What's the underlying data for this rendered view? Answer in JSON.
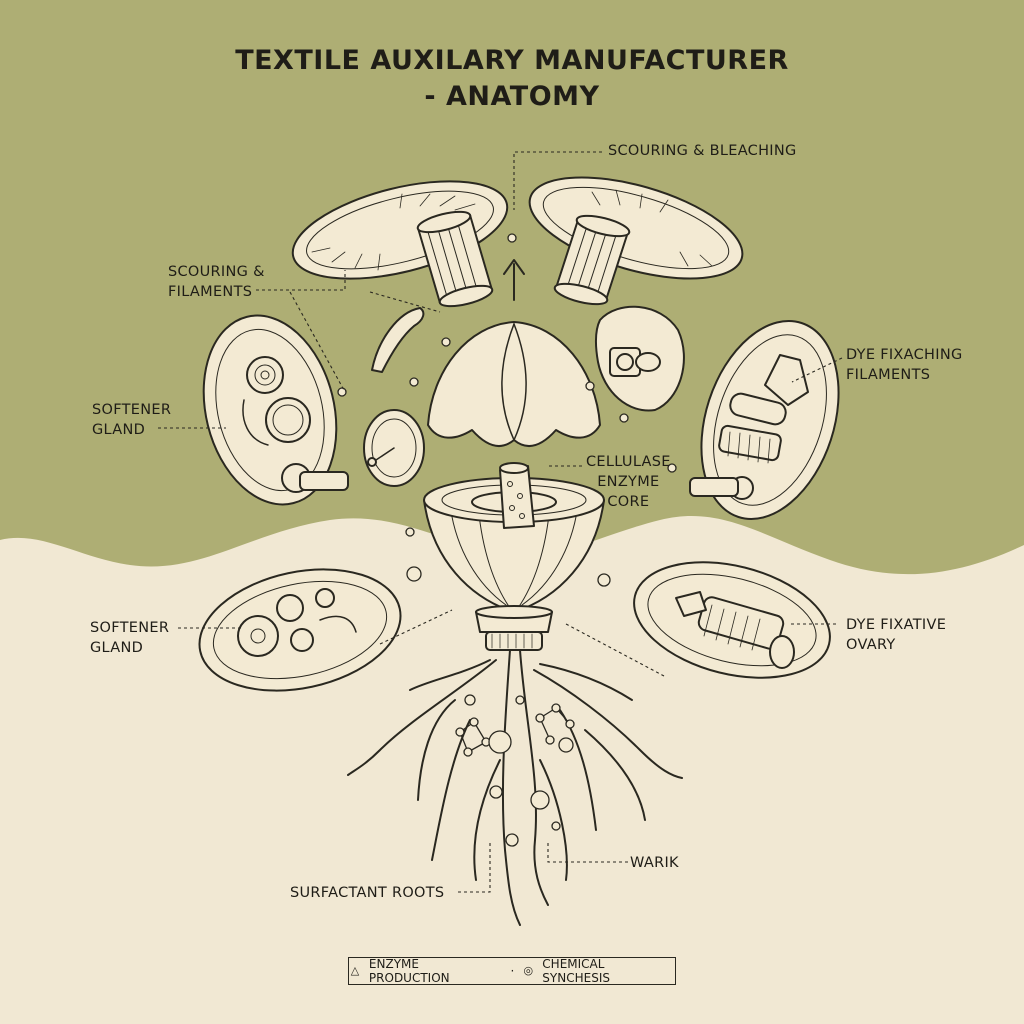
{
  "title": {
    "line1": "TEXTILE AUXILARY MANUFACTURER",
    "line2": "- ANATOMY"
  },
  "labels": {
    "scouring_bleaching": "SCOURING & BLEACHING",
    "scouring_filaments_1": "SCOURING &",
    "scouring_filaments_2": "FILAMENTS",
    "softener_gland_top_1": "SOFTENER",
    "softener_gland_top_2": "GLAND",
    "dye_fixaching_1": "DYE FIXACHING",
    "dye_fixaching_2": "FILAMENTS",
    "cellulase_1": "CELLULASE",
    "cellulase_2": "ENZYME",
    "cellulase_3": "CORE",
    "softener_gland_bottom_1": "SOFTENER",
    "softener_gland_bottom_2": "GLAND",
    "dye_fixative_1": "DYE FIXATIVE",
    "dye_fixative_2": "OVARY",
    "warik": "WARIK",
    "surfactant_roots": "SURFACTANT ROOTS"
  },
  "footer": {
    "item1": "ENZYME PRODUCTION",
    "separator": "·",
    "item2": "CHEMICAL SYNCHESIS"
  },
  "colors": {
    "background_top": "#aeae74",
    "background_bottom": "#f1e8d3",
    "line": "#2a2820",
    "fill": "#f3ead3"
  }
}
